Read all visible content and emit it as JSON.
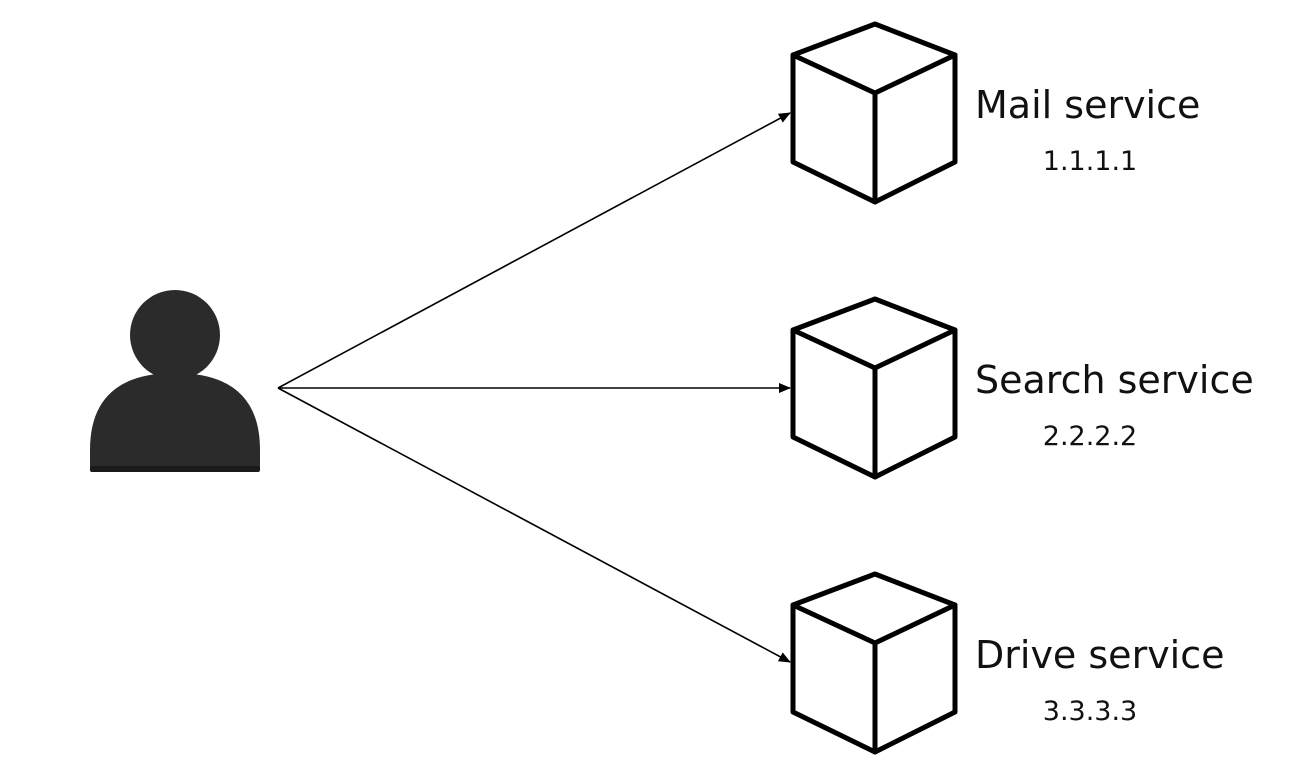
{
  "user": {
    "icon": "user-icon"
  },
  "services": [
    {
      "name": "Mail service",
      "ip": "1.1.1.1",
      "icon": "cube-icon"
    },
    {
      "name": "Search service",
      "ip": "2.2.2.2",
      "icon": "cube-icon"
    },
    {
      "name": "Drive service",
      "ip": "3.3.3.3",
      "icon": "cube-icon"
    }
  ],
  "colors": {
    "user_fill": "#2b2b2b",
    "stroke": "#000000",
    "text": "#111111",
    "background": "#ffffff"
  }
}
